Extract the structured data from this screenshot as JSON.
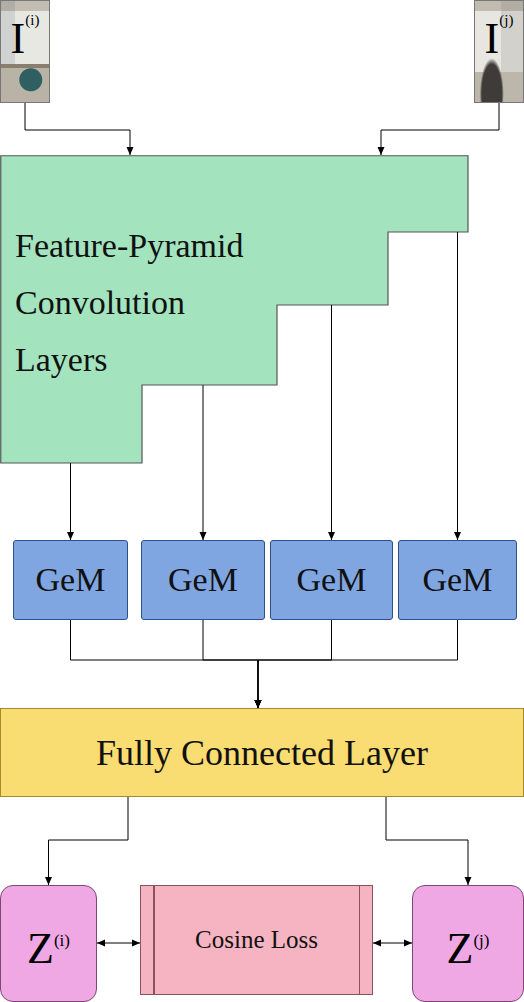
{
  "diagram": {
    "nodes": [
      {
        "text": [
          "I",
          "(i)"
        ]
      },
      {
        "text": [
          "I",
          "(j)"
        ]
      },
      {
        "text": [
          "Feature-Pyramid Convolution Layers"
        ]
      },
      {
        "text": [
          "GeM"
        ]
      },
      {
        "text": [
          "GeM"
        ]
      },
      {
        "text": [
          "GeM"
        ]
      },
      {
        "text": [
          "GeM"
        ]
      },
      {
        "text": [
          "Fully Connected Layer"
        ]
      },
      {
        "text": [
          "Z",
          "(i)"
        ]
      },
      {
        "text": [
          "Cosine Loss"
        ]
      },
      {
        "text": [
          "Z",
          "(j)"
        ]
      }
    ],
    "edges": [
      {
        "from": 0,
        "to": 2,
        "arrow": "to"
      },
      {
        "from": 1,
        "to": 2,
        "arrow": "to"
      },
      {
        "from": 2,
        "to": 3,
        "arrow": "to"
      },
      {
        "from": 2,
        "to": 4,
        "arrow": "to"
      },
      {
        "from": 2,
        "to": 5,
        "arrow": "to"
      },
      {
        "from": 2,
        "to": 6,
        "arrow": "to"
      },
      {
        "from": 3,
        "to": 7,
        "arrow": "to"
      },
      {
        "from": 4,
        "to": 7,
        "arrow": "to"
      },
      {
        "from": 5,
        "to": 7,
        "arrow": "to"
      },
      {
        "from": 6,
        "to": 7,
        "arrow": "to"
      },
      {
        "from": 7,
        "to": 8,
        "arrow": "to"
      },
      {
        "from": 7,
        "to": 10,
        "arrow": "to"
      },
      {
        "from": 8,
        "to": 9,
        "arrow": "both"
      },
      {
        "from": 9,
        "to": 10,
        "arrow": "both"
      }
    ]
  }
}
